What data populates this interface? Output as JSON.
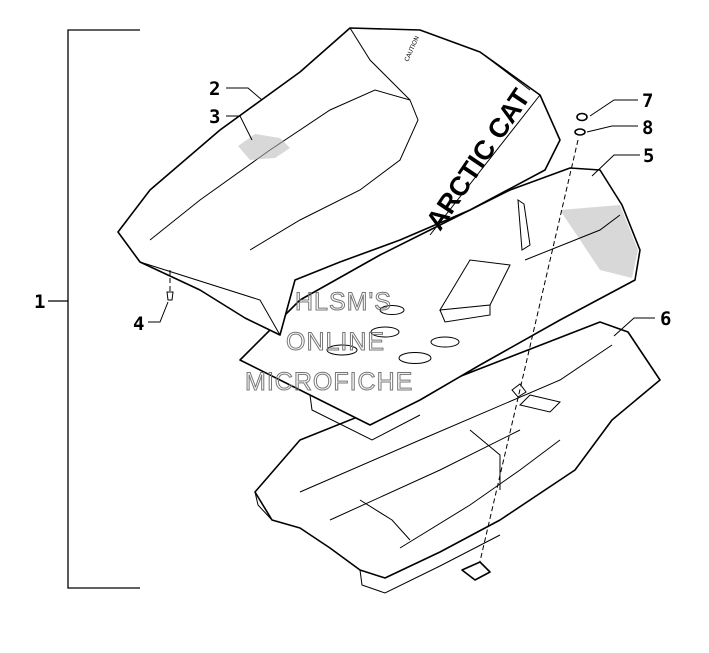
{
  "diagram": {
    "callouts": [
      {
        "id": "1",
        "label": "1"
      },
      {
        "id": "2",
        "label": "2"
      },
      {
        "id": "3",
        "label": "3"
      },
      {
        "id": "4",
        "label": "4"
      },
      {
        "id": "5",
        "label": "5"
      },
      {
        "id": "6",
        "label": "6"
      },
      {
        "id": "7",
        "label": "7"
      },
      {
        "id": "8",
        "label": "8"
      }
    ],
    "watermark": [
      "HLSM'S",
      "ONLINE",
      "MICROFICHE"
    ],
    "decal": {
      "brand_text": "ARCTIC CAT",
      "caution_text": "CAUTION"
    }
  }
}
